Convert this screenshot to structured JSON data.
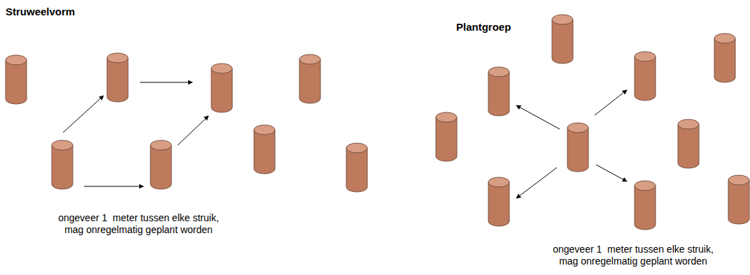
{
  "diagram": {
    "labels": [
      "Struweelvorm",
      "ongeveer 1  meter tussen elke struik, mag onregelmatig geplant worden",
      "Plantgroep",
      "ongeveer 1  meter tussen elke struik, mag onregelmatig geplant worden"
    ]
  }
}
